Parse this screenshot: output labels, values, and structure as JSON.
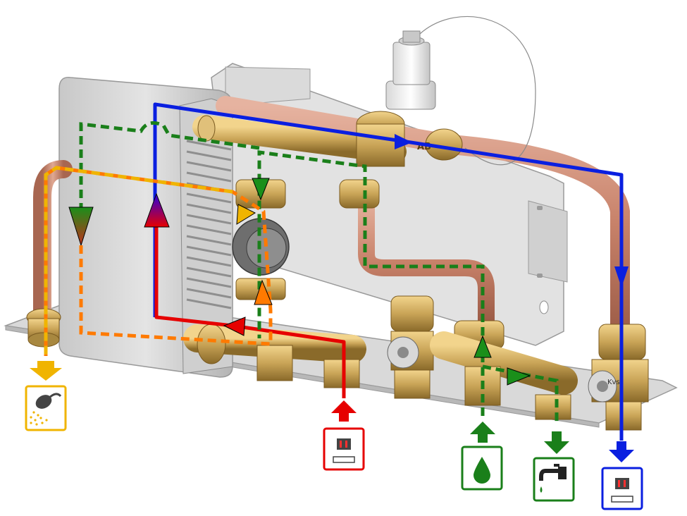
{
  "diagram": {
    "colors": {
      "heating_supply": "#e60000",
      "heating_return": "#0a1fe0",
      "cold_water": "#1a7f1a",
      "hot_water_shower": "#f0b400",
      "mixing": "#ff7a00",
      "brass": "#c9a457",
      "copper": "#c8826a",
      "plate": "#d6d6d6"
    },
    "icons": [
      {
        "key": "shower",
        "name": "shower-icon"
      },
      {
        "key": "heat_in",
        "name": "heating-supply-icon"
      },
      {
        "key": "cold_water",
        "name": "water-drop-icon"
      },
      {
        "key": "tap",
        "name": "faucet-icon"
      },
      {
        "key": "heat_out",
        "name": "heating-return-icon"
      }
    ],
    "valve_label": "Kvs",
    "valve_marking": "AB"
  }
}
